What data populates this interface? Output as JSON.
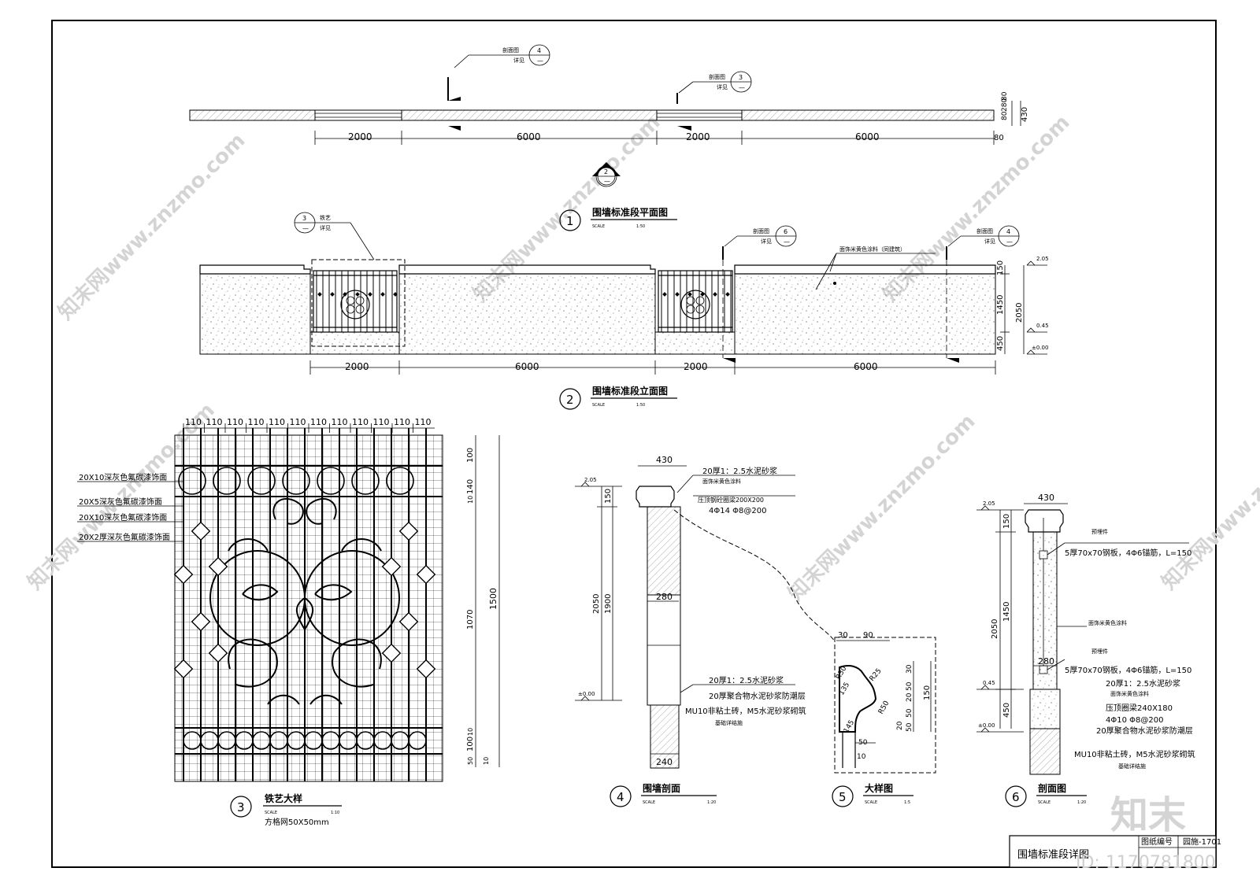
{
  "sheet": {
    "title": "围墙标准段详图",
    "number_label": "图纸编号",
    "number_value": "园施-1701",
    "watermark_logo": "知末",
    "watermark_id": "ID: 1170781800",
    "watermark_site": "知末网www.znzmo.com"
  },
  "plan": {
    "title": "围墙标准段平面图",
    "index": "1",
    "scale_label": "SCALE",
    "scale": "1:50",
    "dims": [
      "2000",
      "6000",
      "2000",
      "6000",
      "80"
    ],
    "dims_right": [
      "80",
      "280",
      "80",
      "430"
    ],
    "callout_a": {
      "text1": "剖面图",
      "text2": "详见",
      "num": "4",
      "sub": "—"
    },
    "callout_b": {
      "text1": "剖面图",
      "text2": "详见",
      "num": "3",
      "sub": "—"
    },
    "north_num": "2",
    "north_sub": "—"
  },
  "elevation": {
    "title": "围墙标准段立面图",
    "index": "2",
    "scale_label": "SCALE",
    "scale": "1:50",
    "dims": [
      "2000",
      "6000",
      "2000",
      "6000"
    ],
    "vdims": [
      "150",
      "1450",
      "450",
      "2050"
    ],
    "levels": [
      "2.05",
      "0.45",
      "±0.00"
    ],
    "note_paint": "面饰米黄色涂料（同建筑）",
    "callout_iron": {
      "label": "铁艺",
      "text2": "详见",
      "num": "3",
      "sub": "—"
    },
    "callout_c": {
      "text1": "剖面图",
      "text2": "详见",
      "num": "6",
      "sub": "—"
    },
    "callout_d": {
      "text1": "剖面图",
      "text2": "详见",
      "num": "4",
      "sub": "—"
    }
  },
  "iron": {
    "title": "铁艺大样",
    "index": "3",
    "scale_label": "SCALE",
    "scale": "1:10",
    "subnote": "方格网50X50mm",
    "top_dims": [
      "110",
      "110",
      "110",
      "110",
      "110",
      "110",
      "110",
      "110",
      "110",
      "110",
      "110",
      "110"
    ],
    "right_dims": [
      "100",
      "140",
      "10",
      "1070",
      "10",
      "100",
      "50",
      "10"
    ],
    "total": "1500",
    "notes": [
      "20X10深灰色氟碳漆饰面",
      "20X5深灰色氟碳漆饰面",
      "20X10深灰色氟碳漆饰面",
      "20X2厚深灰色氟碳漆饰面"
    ]
  },
  "section4": {
    "title": "围墙剖面",
    "index": "4",
    "scale_label": "SCALE",
    "scale": "1:20",
    "dims": {
      "top": "430",
      "mid": "280",
      "bottom": "240"
    },
    "vdims": [
      "150",
      "1900",
      "2050"
    ],
    "levels": [
      "2.05",
      "±0.00"
    ],
    "notes": [
      "20厚1：2.5水泥砂浆",
      "面饰米黄色涂料",
      "压顶钢砼圈梁200X200",
      "4Φ14 Φ8@200",
      "20厚1：2.5水泥砂浆",
      "20厚聚合物水泥砂浆防潮层",
      "MU10非粘土砖，M5水泥砂浆砌筑",
      "基础详结施"
    ]
  },
  "detail5": {
    "title": "大样图",
    "index": "5",
    "scale_label": "SCALE",
    "scale": "1:5",
    "dims": [
      "30",
      "90",
      "30",
      "50",
      "20",
      "50",
      "20",
      "50",
      "150",
      "10"
    ],
    "radii": [
      "R30",
      "R25",
      "R50",
      "135",
      "145"
    ]
  },
  "section6": {
    "title": "剖面图",
    "index": "6",
    "scale_label": "SCALE",
    "scale": "1:20",
    "dims": {
      "top": "430",
      "mid": "280"
    },
    "vdims": [
      "150",
      "1450",
      "450",
      "2050"
    ],
    "levels": [
      "2.05",
      "0.45",
      "±0.00"
    ],
    "notes": [
      "预埋件",
      "5厚70x70钢板，4Φ6锚筋，L=150",
      "面饰米黄色涂料",
      "预埋件",
      "5厚70x70钢板，4Φ6锚筋，L=150",
      "20厚1：2.5水泥砂浆",
      "面饰米黄色涂料",
      "压顶圈梁240X180",
      "4Φ10 Φ8@200",
      "20厚聚合物水泥砂浆防潮层",
      "MU10非粘土砖，M5水泥砂浆砌筑",
      "基础详结施"
    ]
  }
}
